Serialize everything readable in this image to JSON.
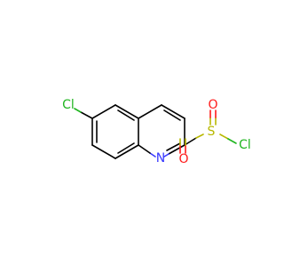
{
  "atoms": {
    "cl_ring": {
      "text": "Cl",
      "color": "#1fb51f"
    },
    "n_ring": {
      "text": "N",
      "color": "#3a3aff"
    },
    "s_sulfonyl": {
      "text": "S",
      "color": "#b8b800"
    },
    "o_top": {
      "text": "O",
      "color": "#ff1a1a"
    },
    "o_bottom": {
      "text": "O",
      "color": "#ff1a1a"
    },
    "cl_sulfonyl": {
      "text": "Cl",
      "color": "#1fb51f"
    }
  }
}
